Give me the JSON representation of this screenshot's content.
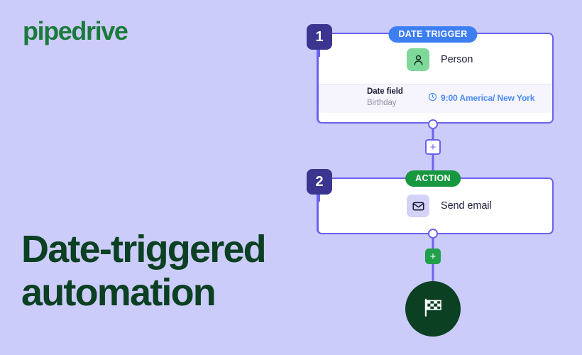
{
  "brand": {
    "name": "pipedrive",
    "color": "#1a7a3c"
  },
  "headline": {
    "text": "Date-triggered automation",
    "color": "#0b4023"
  },
  "canvas": {
    "background": "#ccccfa",
    "connector_color": "#6b63ee"
  },
  "flow": {
    "steps": [
      {
        "number": "1",
        "badge_label": "DATE TRIGGER",
        "badge_color": "#3d7ff2",
        "icon": "person-icon",
        "icon_tile_color": "#7ed89a",
        "row_label": "Person",
        "footer": {
          "field_title": "Date field",
          "field_value": "Birthday",
          "clock_icon": "clock-icon",
          "schedule": "9:00 America/ New York",
          "schedule_color": "#4b8bf5"
        }
      },
      {
        "number": "2",
        "badge_label": "ACTION",
        "badge_color": "#17973f",
        "icon": "envelope-icon",
        "icon_tile_color": "#d5d2f7",
        "row_label": "Send email"
      }
    ],
    "add_buttons": [
      {
        "name": "add-step-button-1",
        "label": "+",
        "style": "outline"
      },
      {
        "name": "add-step-button-2",
        "label": "+",
        "style": "filled-green"
      }
    ],
    "end_node": {
      "icon": "checkered-flag-icon",
      "color": "#0b4023"
    }
  }
}
